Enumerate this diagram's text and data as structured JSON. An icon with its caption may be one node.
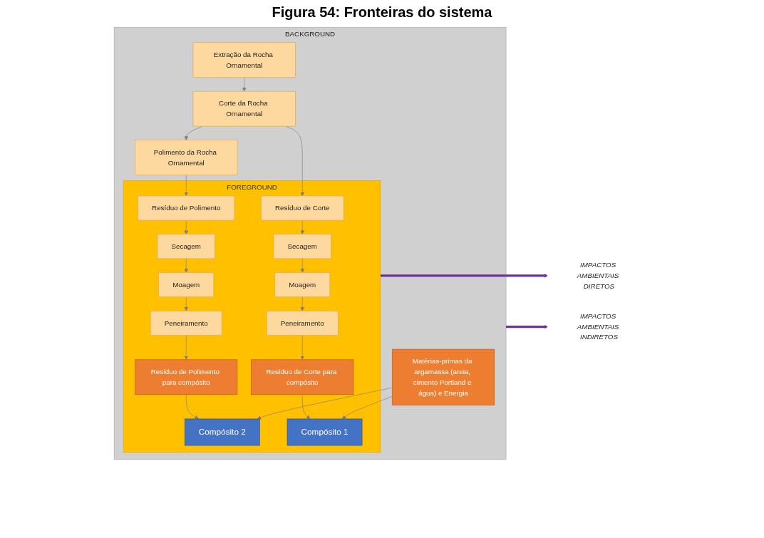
{
  "diagram": {
    "title": "Figura 54: Fronteiras do sistema",
    "nodes": [
      {
        "text": [
          "BACKGROUND"
        ]
      },
      {
        "text": [
          "Extração da Rocha Ornamental"
        ],
        "in": 0
      },
      {
        "text": [
          "Corte da Rocha Ornamental"
        ],
        "in": 0
      },
      {
        "text": [
          "Polimento da Rocha Ornamental"
        ],
        "in": 0
      },
      {
        "text": [
          "FOREGROUND"
        ],
        "in": 0
      },
      {
        "text": [
          "Resíduo de Corte"
        ],
        "in": 4
      },
      {
        "text": [
          "Resíduo de Polimento"
        ],
        "in": 4
      },
      {
        "text": [
          "Secagem"
        ],
        "in": 4
      },
      {
        "text": [
          "Secagem"
        ],
        "in": 4
      },
      {
        "text": [
          "Moagem"
        ],
        "in": 4
      },
      {
        "text": [
          "Moagem"
        ],
        "in": 4
      },
      {
        "text": [
          "Peneiramento"
        ],
        "in": 4
      },
      {
        "text": [
          "Peneiramento"
        ],
        "in": 4
      },
      {
        "text": [
          "Resíduo de Corte para compósito"
        ],
        "in": 4
      },
      {
        "text": [
          "Resíduo de Polimento para compósito"
        ],
        "in": 4
      },
      {
        "text": [
          "Compósito 1"
        ],
        "in": 4
      },
      {
        "text": [
          "Compósito 2"
        ],
        "in": 4
      },
      {
        "text": [
          "Matérias-primas da argamassa (areia, cimento Portland e água) e Energia"
        ],
        "in": 0
      },
      {
        "text": [
          "IMPACTOS AMBIENTAIS DIRETOS"
        ]
      },
      {
        "text": [
          "IMPACTOS AMBIENTAIS INDIRETOS"
        ]
      }
    ],
    "edges": [
      {
        "from": 1,
        "to": 2,
        "arrow": "to"
      },
      {
        "from": 2,
        "to": 3,
        "arrow": "to"
      },
      {
        "from": 2,
        "to": 5,
        "arrow": "to"
      },
      {
        "from": 3,
        "to": 6,
        "arrow": "to"
      },
      {
        "from": 5,
        "to": 7,
        "arrow": "to"
      },
      {
        "from": 6,
        "to": 8,
        "arrow": "to"
      },
      {
        "from": 7,
        "to": 9,
        "arrow": "to"
      },
      {
        "from": 8,
        "to": 10,
        "arrow": "to"
      },
      {
        "from": 9,
        "to": 11,
        "arrow": "to"
      },
      {
        "from": 10,
        "to": 12,
        "arrow": "to"
      },
      {
        "from": 11,
        "to": 13,
        "arrow": "to"
      },
      {
        "from": 12,
        "to": 14,
        "arrow": "to"
      },
      {
        "from": 13,
        "to": 15,
        "arrow": "to"
      },
      {
        "from": 14,
        "to": 16,
        "arrow": "to"
      },
      {
        "from": 17,
        "to": 15,
        "arrow": "to"
      },
      {
        "from": 17,
        "to": 16,
        "arrow": "to"
      },
      {
        "from": 4,
        "to": 18,
        "arrow": "to",
        "style": "thick",
        "color": "#7030a0"
      },
      {
        "from": 0,
        "to": 19,
        "arrow": "to",
        "style": "thick",
        "color": "#7030a0"
      }
    ]
  }
}
